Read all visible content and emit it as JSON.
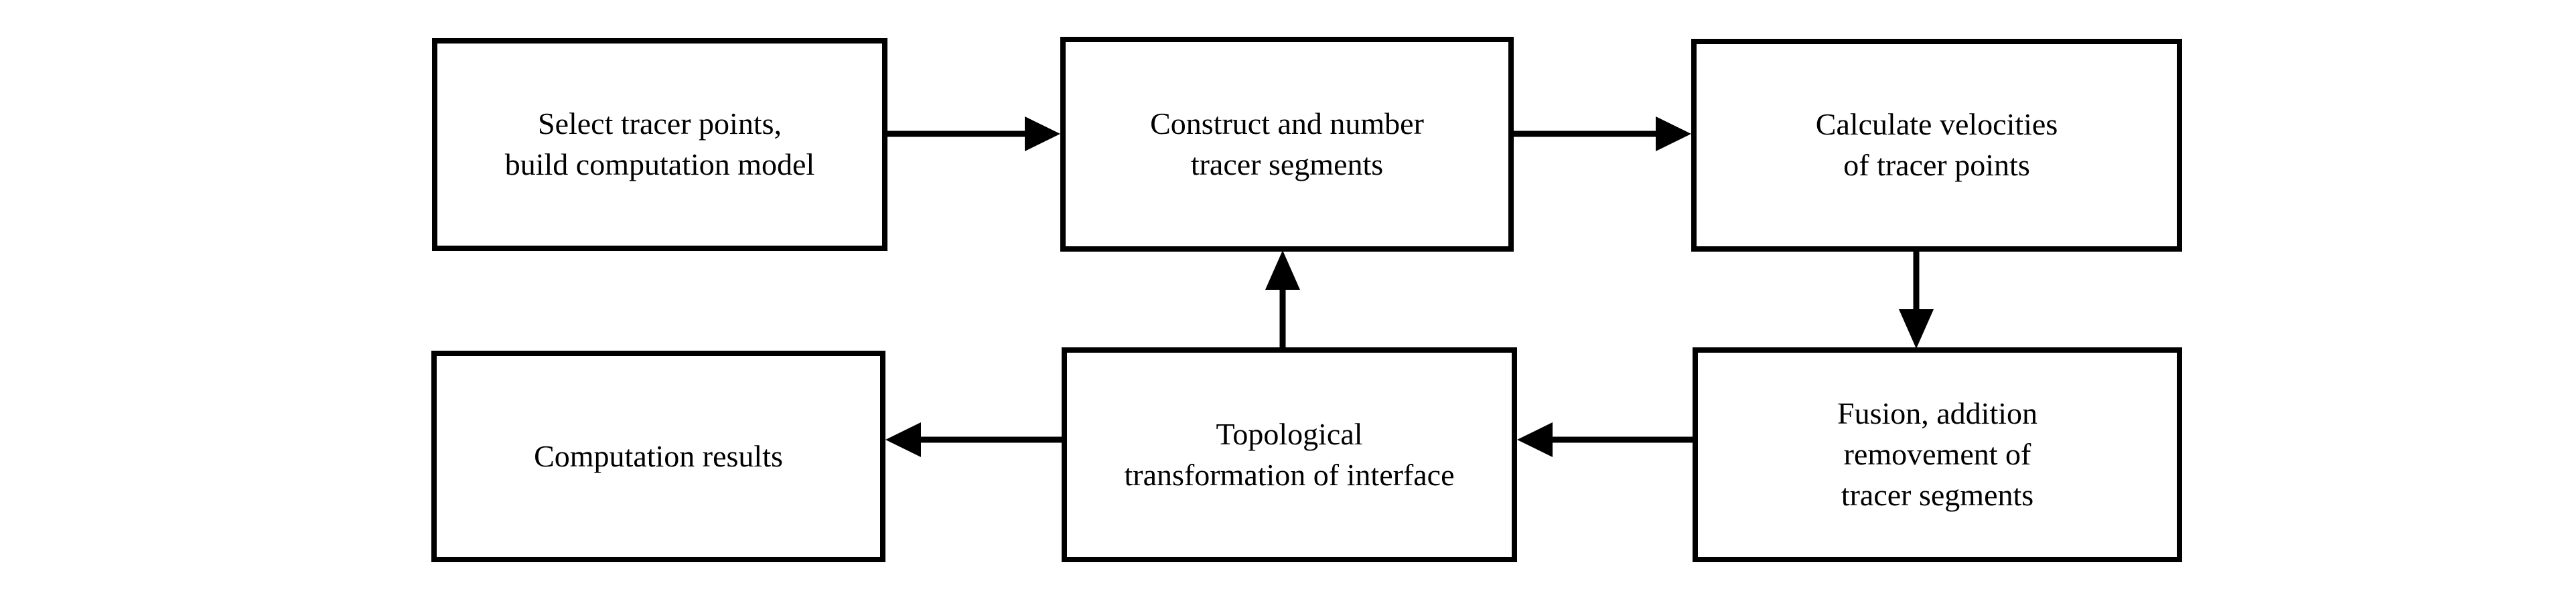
{
  "diagram": {
    "type": "flowchart",
    "orientation": "two-row serpentine",
    "background_color": "#ffffff",
    "stroke_color": "#000000",
    "nodes": [
      {
        "id": "select-tracer-points",
        "shape": "rectangle",
        "line1": "Select tracer points,",
        "line2": "build computation model"
      },
      {
        "id": "construct-number-segments",
        "shape": "rectangle",
        "line1": "Construct and number",
        "line2": "tracer segments"
      },
      {
        "id": "calculate-velocities",
        "shape": "rectangle",
        "line1": "Calculate velocities",
        "line2": "of tracer points"
      },
      {
        "id": "fusion-addition-removement",
        "shape": "rectangle",
        "line1": "Fusion, addition",
        "line2": "removement of",
        "line3": "tracer segments"
      },
      {
        "id": "topological-transformation",
        "shape": "rectangle",
        "line1": "Topological",
        "line2": "transformation of interface"
      },
      {
        "id": "computation-results",
        "shape": "rectangle",
        "line1": "Computation results"
      }
    ],
    "edges": [
      {
        "id": "e1",
        "from": "select-tracer-points",
        "to": "construct-number-segments",
        "direction": "right"
      },
      {
        "id": "e2",
        "from": "construct-number-segments",
        "to": "calculate-velocities",
        "direction": "right"
      },
      {
        "id": "e3",
        "from": "calculate-velocities",
        "to": "fusion-addition-removement",
        "direction": "down"
      },
      {
        "id": "e4",
        "from": "fusion-addition-removement",
        "to": "topological-transformation",
        "direction": "left"
      },
      {
        "id": "e5",
        "from": "topological-transformation",
        "to": "computation-results",
        "direction": "left"
      },
      {
        "id": "e6",
        "from": "topological-transformation",
        "to": "construct-number-segments",
        "direction": "up"
      }
    ]
  }
}
